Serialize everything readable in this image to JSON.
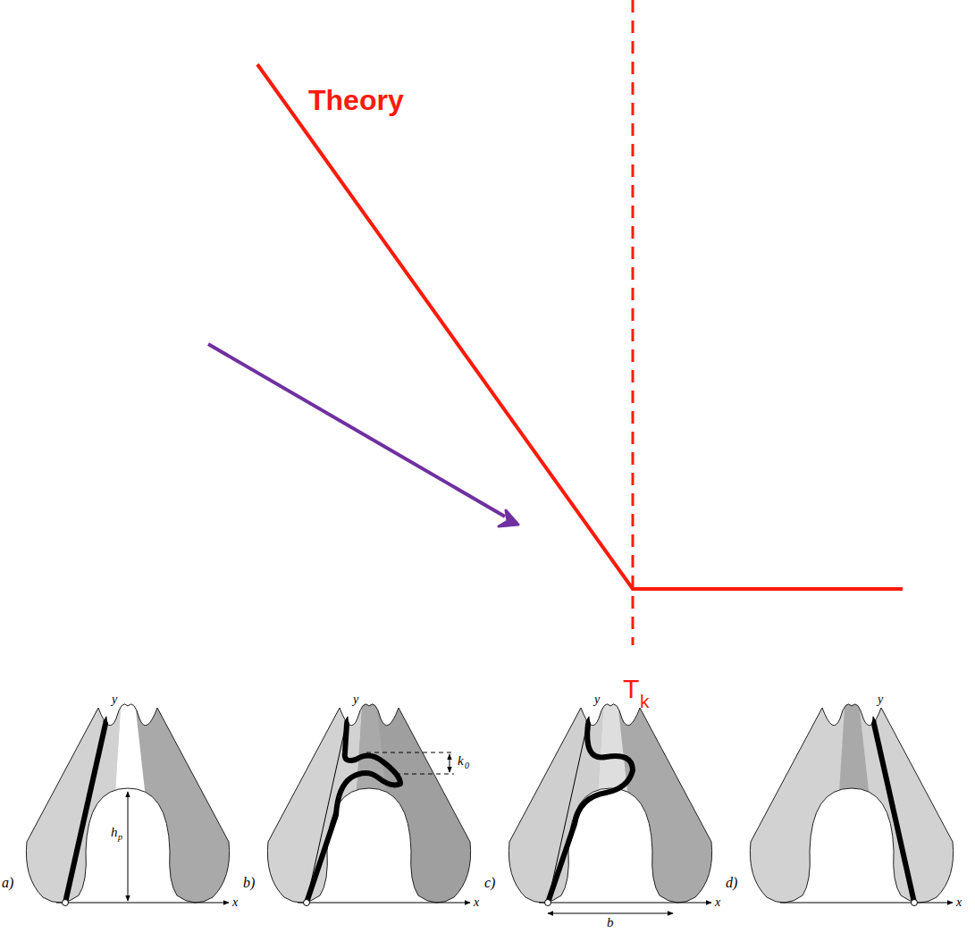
{
  "diagram": {
    "labels": [
      "Theory",
      "T",
      "k",
      "a)",
      "y",
      "x",
      "h",
      "p",
      "b)",
      "y",
      "x",
      "k",
      "0",
      "c)",
      "y",
      "x",
      "b",
      "d)",
      "y",
      "x"
    ]
  }
}
